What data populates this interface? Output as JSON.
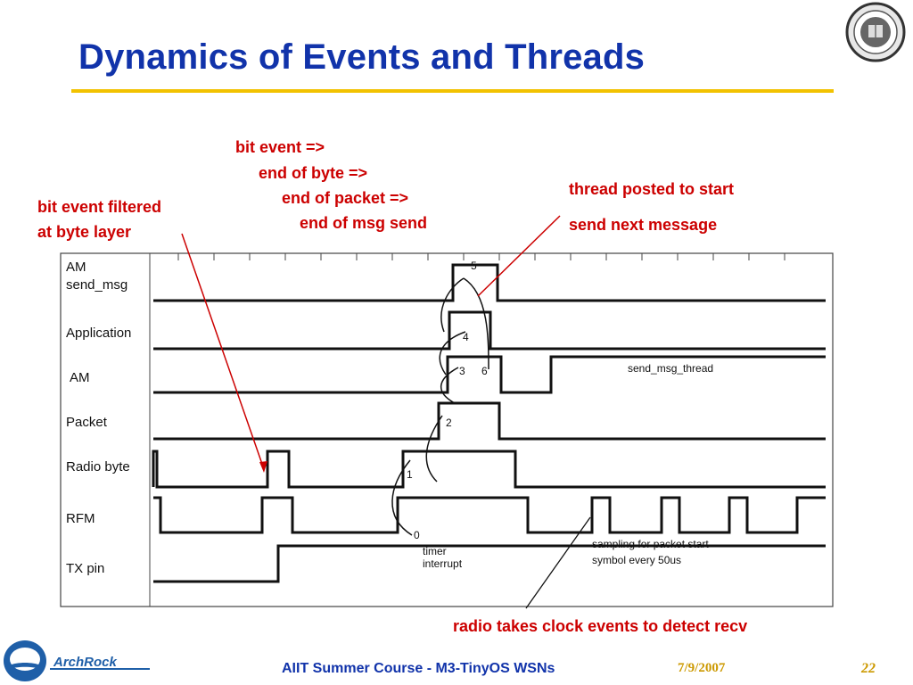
{
  "slide": {
    "title": "Dynamics of Events and Threads",
    "annotations": {
      "bit_event_lines": [
        "bit event =>",
        "end of byte =>",
        "end of packet =>",
        "end of msg send"
      ],
      "filtered_lines": [
        "bit event filtered",
        "at byte layer"
      ],
      "thread_lines": [
        "thread posted to start",
        "send next message"
      ],
      "radio_clock": "radio takes clock events to detect recv"
    },
    "footer": {
      "course": "AIIT Summer Course - M3-TinyOS WSNs",
      "date": "7/9/2007",
      "page": "22"
    },
    "logo_text": "ArchRock",
    "colors": {
      "title": "#1133aa",
      "annotation": "#cc0000",
      "rule": "#f2c200",
      "footer_date": "#cc9900"
    }
  },
  "timing": {
    "signals": [
      {
        "label_lines": [
          "AM",
          "send_msg"
        ]
      },
      {
        "label_lines": [
          "Application"
        ]
      },
      {
        "label_lines": [
          "AM"
        ]
      },
      {
        "label_lines": [
          "Packet"
        ]
      },
      {
        "label_lines": [
          "Radio byte"
        ]
      },
      {
        "label_lines": [
          "RFM"
        ]
      },
      {
        "label_lines": [
          "TX pin"
        ]
      }
    ],
    "inline_labels": {
      "thread": "send_msg_thread",
      "sampling_lines": [
        "sampling for packet start",
        "symbol every 50us"
      ],
      "timer_lines": [
        "timer",
        "interrupt"
      ]
    },
    "step_numbers": [
      "0",
      "1",
      "2",
      "3",
      "4",
      "5",
      "6"
    ]
  }
}
